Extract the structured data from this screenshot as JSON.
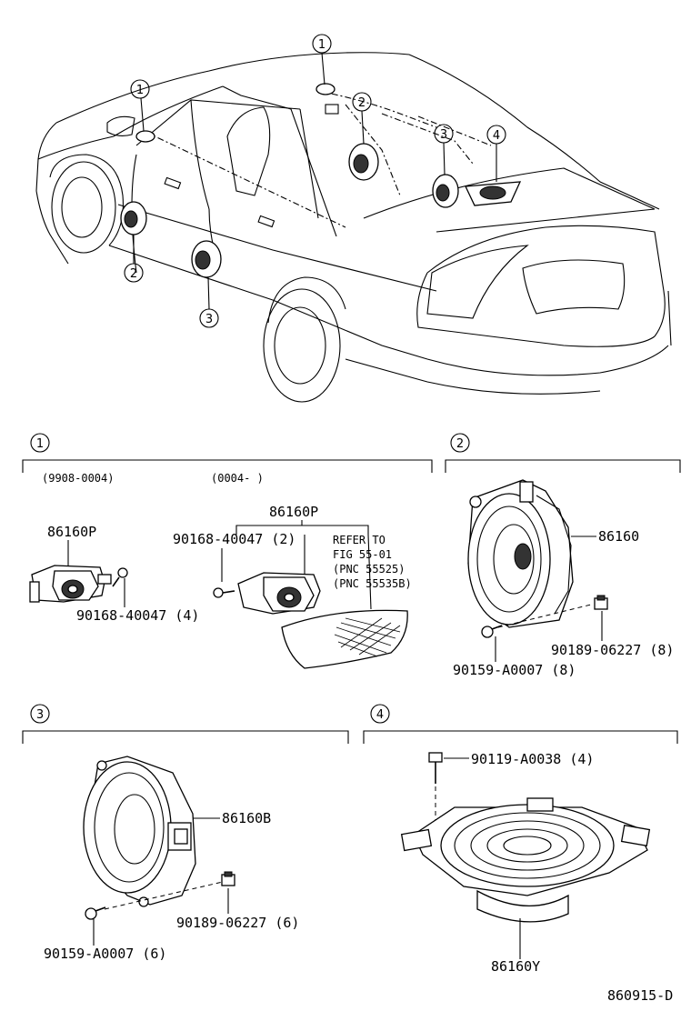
{
  "callouts": {
    "c1": "1",
    "c2": "2",
    "c3": "3",
    "c4": "4"
  },
  "section1": {
    "number": "1",
    "range_left": "(9908-0004)",
    "range_right": "(0004-        )",
    "part_left": "86160P",
    "screw_left": "90168-40047 (4)",
    "part_right": "86160P",
    "screw_right": "90168-40047 (2)",
    "refer_lines": [
      "REFER TO",
      "FIG 55-01",
      " (PNC 55525)",
      " (PNC 55535B)"
    ]
  },
  "section2": {
    "number": "2",
    "part": "86160",
    "clip": "90189-06227 (8)",
    "screw": "90159-A0007 (8)"
  },
  "section3": {
    "number": "3",
    "part": "86160B",
    "clip": "90189-06227 (6)",
    "screw": "90159-A0007 (6)"
  },
  "section4": {
    "number": "4",
    "bolt": "90119-A0038 (4)",
    "part": "86160Y"
  },
  "figure_id": "860915-D"
}
